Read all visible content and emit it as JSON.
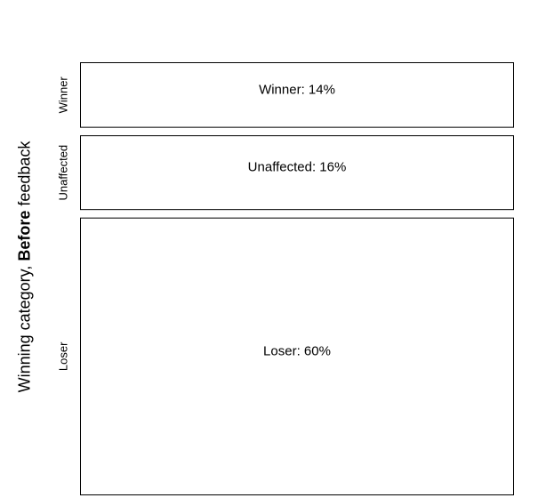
{
  "chart_data": {
    "type": "mosaic",
    "ylabel_prefix": "Winning category, ",
    "ylabel_bold": "Before",
    "ylabel_suffix": " feedback",
    "categories": [
      "Winner",
      "Unaffected",
      "Loser"
    ],
    "values": [
      14,
      16,
      60
    ],
    "labels": [
      "Winner: 14%",
      "Unaffected: 16%",
      "Loser: 60%"
    ],
    "unit": "%"
  },
  "colors": {
    "background": "#ffffff",
    "box_fill": "#ffffff",
    "box_stroke": "#000000",
    "text": "#000000"
  }
}
